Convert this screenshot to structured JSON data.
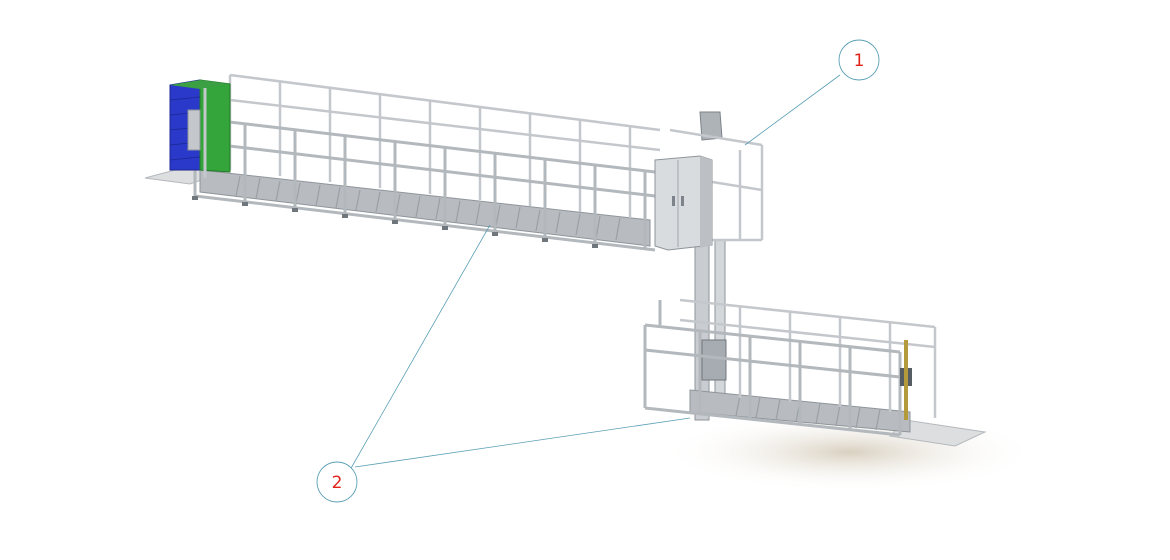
{
  "callouts": [
    {
      "label": "1"
    },
    {
      "label": "2"
    }
  ],
  "colors": {
    "frame": "#c4c8cc",
    "frame_dark": "#8e959b",
    "cabinet": "#d9dcde",
    "leader_line": "#5a9fb5",
    "callout_text": "#e2231a",
    "crates_blue": "#2a39c9",
    "crates_green": "#34a53a",
    "floor_plate": "#dcdee0"
  },
  "icons": [
    "conveyor-frame",
    "electrical-cabinet",
    "vertical-lift",
    "crate-stack"
  ]
}
